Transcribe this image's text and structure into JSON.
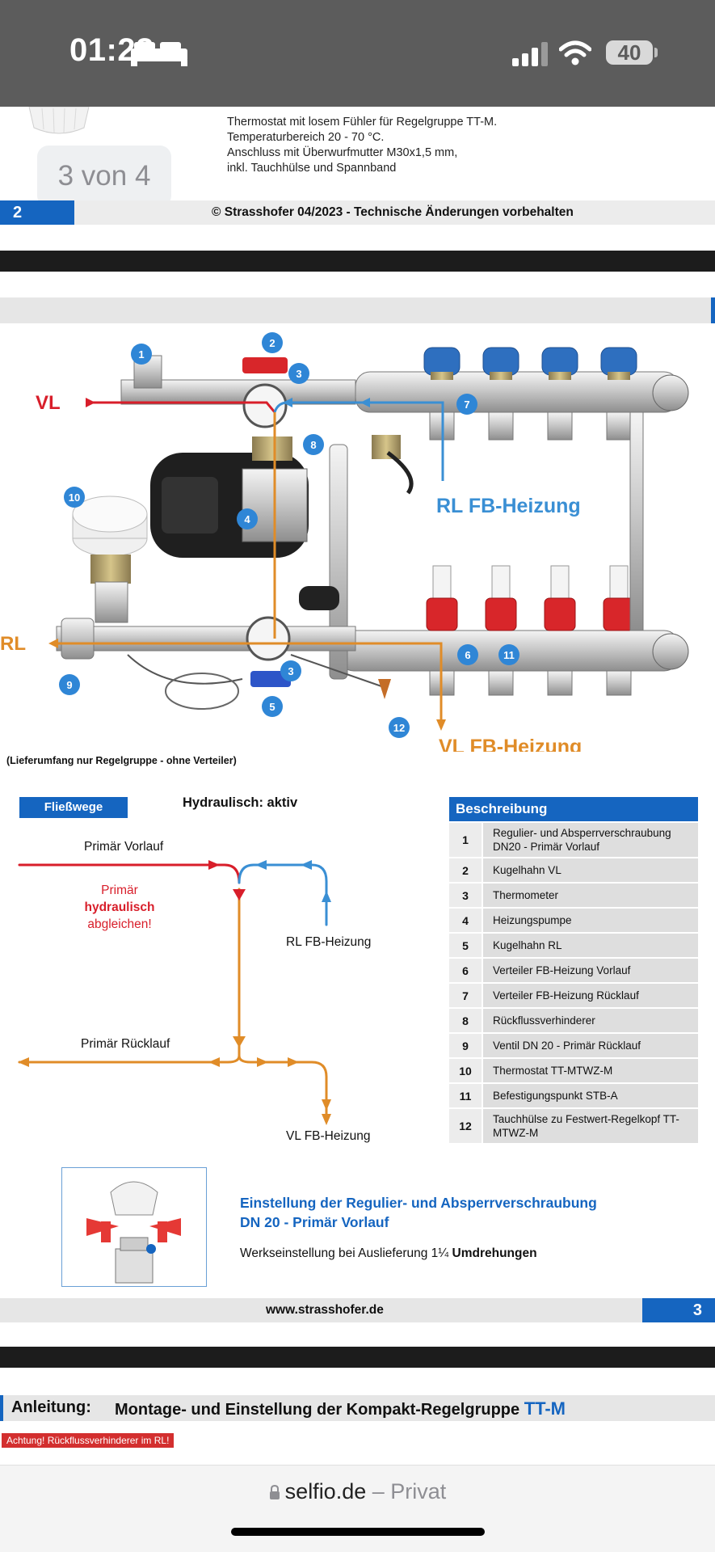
{
  "status_bar": {
    "time": "01:22",
    "battery": "40"
  },
  "page2": {
    "thermostat_text": [
      "Thermostat mit losem Fühler für Regelgruppe TT-M.",
      "Temperaturbereich 20 - 70 °C.",
      "Anschluss mit Überwurfmutter M30x1,5 mm,",
      "inkl. Tauchhülse und Spannband"
    ],
    "page_number": "2",
    "copyright": "© Strasshofer 04/2023  - Technische Änderungen vorbehalten"
  },
  "viewer": {
    "page_counter": "3 von 4"
  },
  "page3": {
    "photo_labels": {
      "vl": "VL",
      "rl": "RL",
      "rl_fb": "RL FB-Heizung",
      "vl_fb": "VL FB-Heizung",
      "markers": [
        "1",
        "2",
        "3",
        "3",
        "4",
        "5",
        "6",
        "7",
        "8",
        "9",
        "10",
        "11",
        "12"
      ]
    },
    "lieferumfang": "(Lieferumfang nur Regelgruppe - ohne Verteiler)",
    "fliesswege_label": "Fließwege",
    "hydraulisch_label": "Hydraulisch: aktiv",
    "flow": {
      "primaer_vorlauf": "Primär Vorlauf",
      "primaer_line1": "Primär",
      "primaer_line2": "hydraulisch",
      "primaer_line3": "abgleichen!",
      "rl_fb": "RL FB-Heizung",
      "primaer_ruecklauf": "Primär Rücklauf",
      "vl_fb": "VL FB-Heizung"
    },
    "table": {
      "header": "Beschreibung",
      "rows": [
        {
          "num": "1",
          "text": "Regulier- und Absperrverschraubung DN20 - Primär Vorlauf"
        },
        {
          "num": "2",
          "text": "Kugelhahn VL"
        },
        {
          "num": "3",
          "text": "Thermometer"
        },
        {
          "num": "4",
          "text": "Heizungspumpe"
        },
        {
          "num": "5",
          "text": "Kugelhahn RL"
        },
        {
          "num": "6",
          "text": "Verteiler FB-Heizung Vorlauf"
        },
        {
          "num": "7",
          "text": "Verteiler FB-Heizung Rücklauf"
        },
        {
          "num": "8",
          "text": "Rückflussverhinderer"
        },
        {
          "num": "9",
          "text": "Ventil DN 20 - Primär Rücklauf"
        },
        {
          "num": "10",
          "text": "Thermostat TT-MTWZ-M"
        },
        {
          "num": "11",
          "text": "Befestigungspunkt STB-A"
        },
        {
          "num": "12",
          "text": "Tauchhülse zu Festwert-Regelkopf TT-MTWZ-M"
        }
      ]
    },
    "einstellung_title_1": "Einstellung der Regulier- und Absperrverschraubung",
    "einstellung_title_2": "DN 20 - Primär Vorlauf",
    "werkseinstellung_text": "Werkseinstellung bei Auslieferung 1¼ ",
    "werkseinstellung_bold": "Umdrehungen",
    "url": "www.strasshofer.de",
    "page_number": "3"
  },
  "page4": {
    "anleitung_label": "Anleitung:",
    "anleitung_text": "Montage- und Einstellung der Kompakt-Regelgruppe ",
    "anleitung_accent": "TT-M",
    "achtung": "Achtung! Rückflussverhinderer im RL!"
  },
  "safari": {
    "domain": "selfio.de",
    "separator": " – ",
    "mode": "Privat"
  },
  "colors": {
    "blue": "#1565c0",
    "flow_red": "#d81e2a",
    "flow_blue": "#3a8fd4",
    "flow_orange": "#e08c28"
  }
}
